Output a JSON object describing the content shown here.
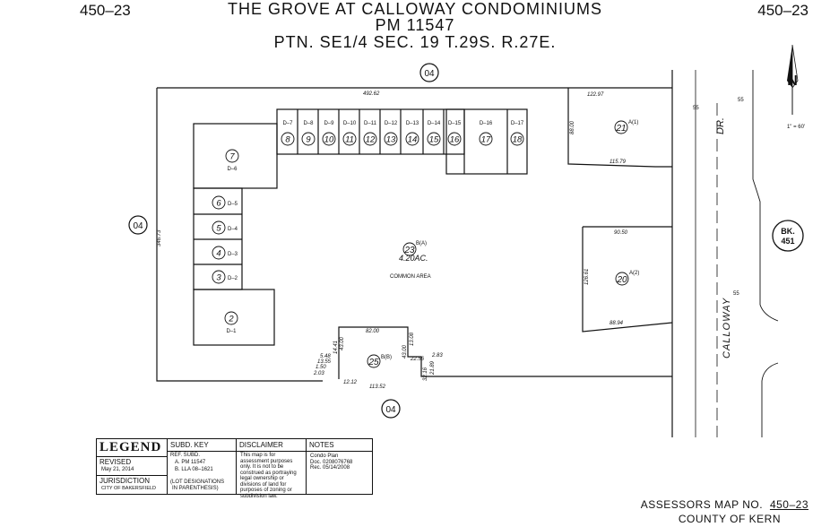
{
  "header": {
    "page_left": "450–23",
    "page_right": "450–23",
    "title": "THE GROVE AT CALLOWAY CONDOMINIUMS",
    "subtitle": "PM 11547",
    "section": "PTN. SE1/4 SEC. 19 T.29S. R.27E."
  },
  "map": {
    "area_code_top": "04",
    "area_code_left": "04",
    "area_code_bottom": "04",
    "road_name": "CALLOWAY",
    "road_suffix": "DR.",
    "road_width_1": "55",
    "road_width_2": "55",
    "road_width_3": "55",
    "book_ref_line1": "BK.",
    "book_ref_line2": "451",
    "north_label": "N",
    "scale": "1\" = 60'",
    "dims": {
      "top": "492.62",
      "left": "346.73",
      "parcel21_top": "122.97",
      "parcel21_bottom": "115.79",
      "parcel21_side": "88.00",
      "parcel20_top": "90.50",
      "parcel20_bottom": "88.94",
      "parcel20_side": "126.61",
      "bottom_notch": "82.00",
      "bottom_main": "113.52",
      "d1": "12.12",
      "d2": "2.03",
      "d3": "1.50",
      "d4": "13.55",
      "d5": "5.48",
      "d6": "14.41",
      "d7": "43.00",
      "d8": "13.08",
      "d9": "43.00",
      "d10": "22.56",
      "d11": "2.83",
      "d12": "32.16",
      "d13": "21.89"
    },
    "parcels_top": [
      {
        "unit": "D–7",
        "num": "8"
      },
      {
        "unit": "D–8",
        "num": "9"
      },
      {
        "unit": "D–9",
        "num": "10"
      },
      {
        "unit": "D–10",
        "num": "11"
      },
      {
        "unit": "D–11",
        "num": "12"
      },
      {
        "unit": "D–12",
        "num": "13"
      },
      {
        "unit": "D–13",
        "num": "14"
      },
      {
        "unit": "D–14",
        "num": "15"
      },
      {
        "unit": "D–15",
        "num": "16"
      },
      {
        "unit": "D–16",
        "num": "17"
      },
      {
        "unit": "D–17",
        "num": "18"
      }
    ],
    "parcels_left": [
      {
        "unit": "D–6",
        "num": "7"
      },
      {
        "unit": "D–5",
        "num": "6"
      },
      {
        "unit": "D–4",
        "num": "5"
      },
      {
        "unit": "D–3",
        "num": "4"
      },
      {
        "unit": "D–2",
        "num": "3"
      },
      {
        "unit": "D–1",
        "num": "2"
      }
    ],
    "parcel21": {
      "num": "21",
      "tag": "A(1)"
    },
    "parcel20": {
      "num": "20",
      "tag": "A(2)"
    },
    "common": {
      "num": "23",
      "tag": "B(A)",
      "acreage": "4.20AC.",
      "label": "COMMON AREA"
    },
    "parcel25": {
      "num": "25",
      "tag": "B(B)"
    }
  },
  "legend": {
    "title": "LEGEND",
    "revised_label": "REVISED",
    "revised_date": "May 21, 2014",
    "jurisdiction_label": "JURISDICTION",
    "jurisdiction_value": "CITY OF BAKERSFIELD",
    "subd_title": "SUBD. KEY",
    "subd_header": "REF.   SUBD.",
    "subd_a": "A.  PM 11547",
    "subd_b": "B.  LLA 08–1621",
    "subd_note1": "(LOT DESIGNATIONS",
    "subd_note2": "IN PARENTHESIS)",
    "disclaimer_title": "DISCLAIMER",
    "disclaimer_lines": [
      "This map is for",
      "assessment purposes",
      "only. It is not to be",
      "construed as portraying",
      "legal ownership or",
      "divisions of land for",
      "purposes of zoning or",
      "subdivision law."
    ],
    "notes_title": "NOTES",
    "notes_lines": [
      "Condo Plan",
      "Doc. 0208076768",
      "Rec. 05/14/2008"
    ]
  },
  "footer": {
    "map_no_label": "ASSESSORS MAP NO.",
    "map_no": "450–23",
    "county": "COUNTY OF KERN"
  }
}
